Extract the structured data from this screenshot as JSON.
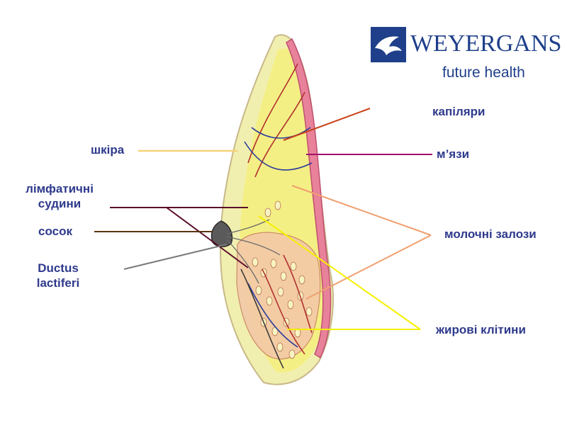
{
  "logo": {
    "brand": "WEYERGANS",
    "tagline": "future health",
    "icon": "bird-logo-icon",
    "color": "#1f3f8a"
  },
  "labels": {
    "capillaries": "капіляри",
    "skin": "шкіра",
    "muscles": "м’язи",
    "lymph_line1": "лімфатичні",
    "lymph_line2": "судини",
    "nipple": "сосок",
    "ductus_line1": "Ductus",
    "ductus_line2": "lactiferi",
    "mammary": "молочні залози",
    "fat": "жирові клітини"
  },
  "colors": {
    "label_text": "#2e3a8c",
    "skin_line": "#f5d27a",
    "capillary_line": "#c9421c",
    "muscle_line": "#a0136a",
    "lymph_line": "#5a0f2a",
    "nipple_line": "#5a3410",
    "ductus_line": "#7a7a7a",
    "mammary_line": "#f0a070",
    "fat_line": "#f5f000"
  }
}
